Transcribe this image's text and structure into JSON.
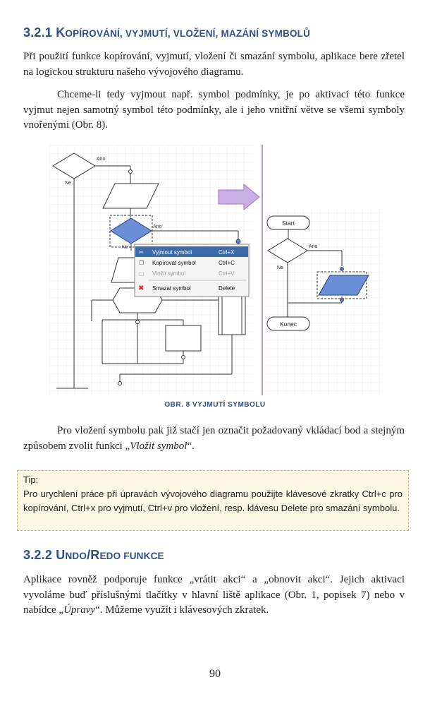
{
  "section1": {
    "number": "3.2.1",
    "title_first": "K",
    "title_rest": "OPÍROVÁNÍ, VYJMUTÍ, VLOŽENÍ, MAZÁNÍ SYMBOLŮ"
  },
  "para1": "Při použití funkce kopírování, vyjmutí, vložení či smazání symbolu, aplikace bere zřetel na logickou strukturu našeho vývojového diagramu.",
  "para2": "Chceme-li tedy vyjmout např. symbol podmínky, je po aktivaci této funkce vyjmut nejen samotný symbol této podmínky, ale i jeho vnitřní větve se všemi symboly vnořenými (Obr. 8).",
  "figure": {
    "label_ano": "Ano",
    "label_ne": "Ne",
    "label_start": "Start",
    "label_konec": "Konec",
    "menu": [
      {
        "label": "Vyjmout symbol",
        "shortcut": "Ctrl+X"
      },
      {
        "label": "Kopírovat symbol",
        "shortcut": "Ctrl+C"
      },
      {
        "label": "Vložit symbol",
        "shortcut": "Ctrl+V"
      },
      {
        "label": "Smazat symbol",
        "shortcut": "Delete"
      }
    ],
    "colors": {
      "selected": "#6b8fd6",
      "arrow": "#c9aee6",
      "divider": "#9a7ab5",
      "menu_highlight": "#3d6aa8"
    }
  },
  "caption": "OBR. 8 VYJMUTÍ SYMBOLU",
  "para3_before": "Pro vložení symbolu pak již stačí jen označit požadovaný vkládací bod a stejným způsobem zvolit funkci „",
  "para3_italic": "Vložit symbol",
  "para3_after": "“.",
  "tip": {
    "title": "Tip:",
    "text": "Pro urychlení práce při úpravách vývojového diagramu použijte klávesové zkratky Ctrl+c pro kopírování, Ctrl+x pro vyjmutí, Ctrl+v pro vložení, resp. klávesu Delete pro smazání symbolu."
  },
  "section2": {
    "number": "3.2.2",
    "title_a": "U",
    "title_b": "NDO",
    "title_c": "/R",
    "title_d": "EDO FUNKCE"
  },
  "para4_before": "Aplikace rovněž podporuje funkce „vrátit akci“ a „obnovit akci“. Jejich aktivaci vyvoláme buď příslušnými tlačítky v hlavní liště aplikace (Obr. 1, popisek 7) nebo v nabídce „",
  "para4_italic": "Úpravy",
  "para4_after": "“. Můžeme využít i klávesových zkratek.",
  "page_number": "90"
}
